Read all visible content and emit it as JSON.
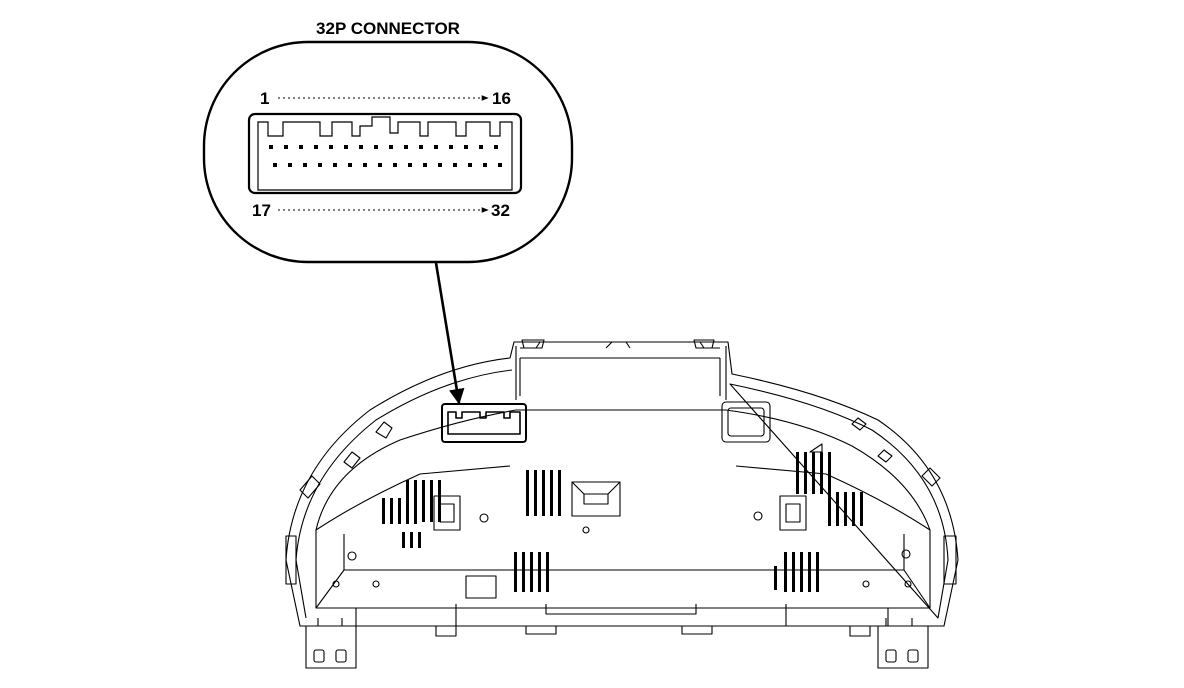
{
  "diagram": {
    "callout_title": "32P CONNECTOR",
    "pin_labels": {
      "top_start": "1",
      "top_end": "16",
      "bottom_start": "17",
      "bottom_end": "32"
    },
    "connector": {
      "pins_per_row": 16,
      "rows": 2
    }
  }
}
